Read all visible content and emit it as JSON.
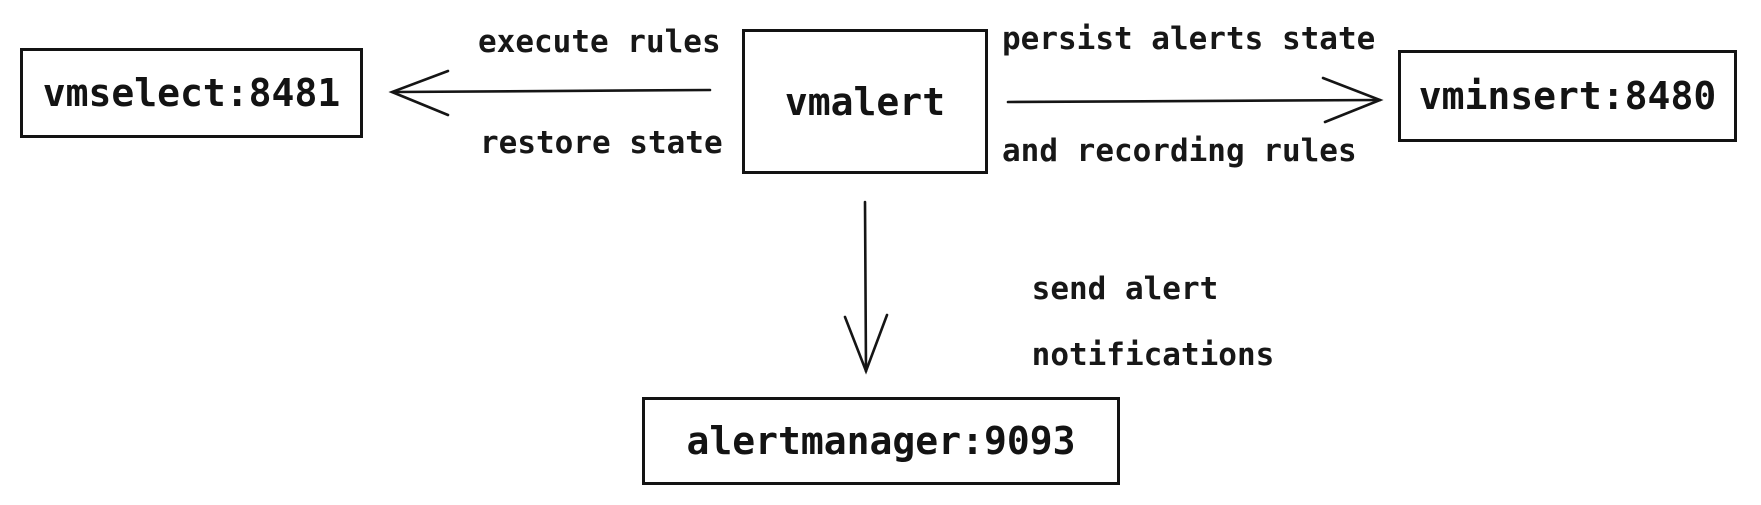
{
  "diagram": {
    "background_color": "#ffffff",
    "stroke_color": "#151515",
    "text_color": "#131313",
    "nodes": {
      "vmselect": {
        "label": "vmselect:8481"
      },
      "vmalert": {
        "label": "vmalert"
      },
      "vminsert": {
        "label": "vminsert:8480"
      },
      "alertmanager": {
        "label": "alertmanager:9093"
      }
    },
    "edges": {
      "vmalert_to_vmselect": {
        "label_top": "execute rules",
        "label_bottom": "restore state",
        "direction": "left"
      },
      "vmalert_to_vminsert": {
        "label_top": "persist alerts state",
        "label_bottom": "and recording rules",
        "direction": "right"
      },
      "vmalert_to_alertmanager": {
        "label_line1": "send alert",
        "label_line2": "notifications",
        "direction": "down"
      }
    }
  }
}
